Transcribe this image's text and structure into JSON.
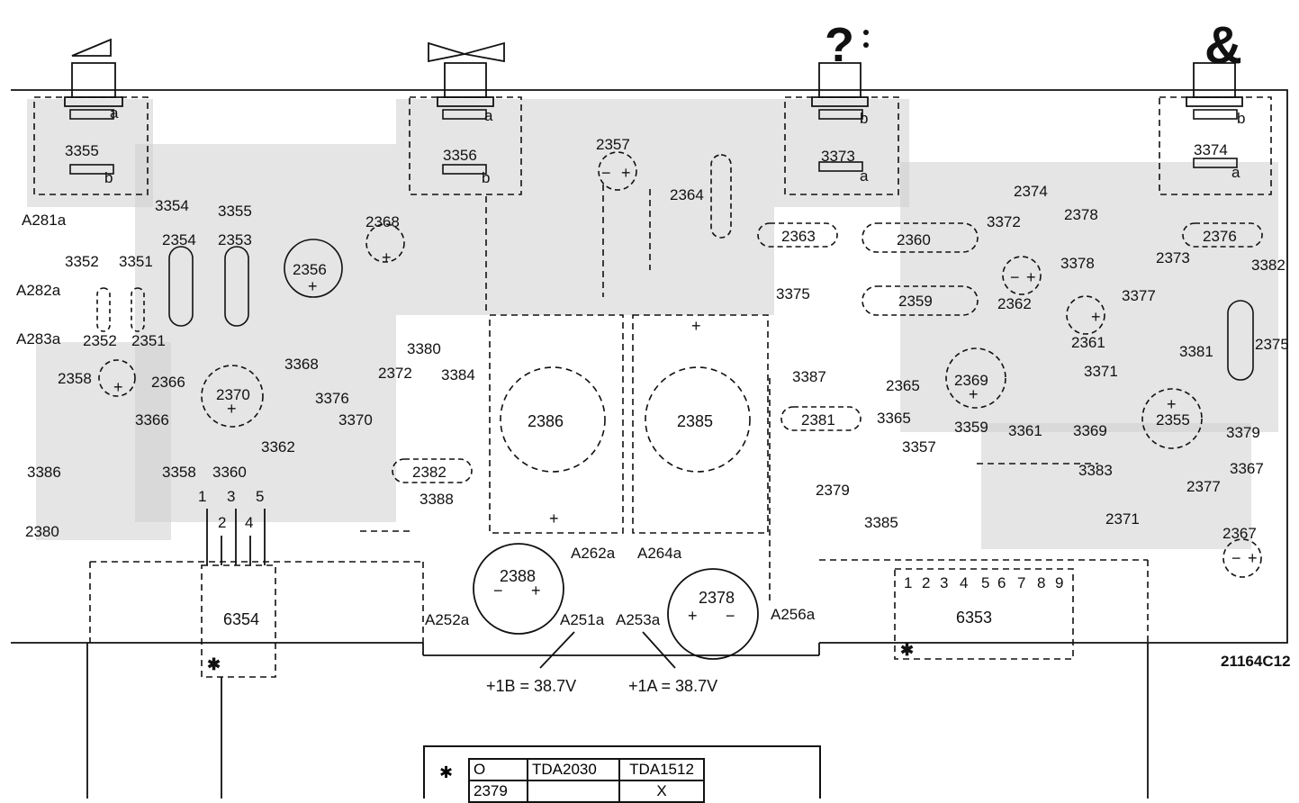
{
  "drawing_code": "21164C12",
  "controls": {
    "volume": {
      "symbol": "volume-wedge-icon",
      "pot": "3355",
      "pins": [
        "a",
        "b"
      ]
    },
    "balance": {
      "symbol": "balance-bowtie-icon",
      "pot": "3356",
      "pins": [
        "a",
        "b"
      ]
    },
    "bass": {
      "symbol": "bass-clef-icon",
      "pot": "3373",
      "pins": [
        "b",
        "a"
      ]
    },
    "treble": {
      "symbol": "treble-clef-icon",
      "pot": "3374",
      "pins": [
        "b",
        "a"
      ]
    }
  },
  "ic": {
    "left": "6354",
    "right": "6353",
    "left_pins": [
      "1",
      "3",
      "5",
      "2",
      "4"
    ],
    "right_pins": [
      "1",
      "2",
      "3",
      "4",
      "5",
      "6",
      "7",
      "8",
      "9"
    ]
  },
  "large_caps": {
    "c2386": "2386",
    "c2385": "2385",
    "c2388": "2388",
    "c2378b": "2378"
  },
  "components": [
    "2357",
    "2364",
    "2363",
    "2360",
    "2374",
    "3372",
    "2378",
    "2376",
    "2373",
    "3378",
    "3382",
    "3354",
    "3355",
    "2354",
    "2353",
    "2368",
    "2356",
    "3352",
    "3351",
    "2352",
    "2351",
    "2358",
    "2366",
    "2370",
    "3366",
    "3368",
    "3380",
    "2372",
    "3384",
    "3376",
    "3370",
    "3362",
    "3358",
    "3360",
    "3386",
    "2380",
    "2382",
    "3388",
    "3375",
    "2359",
    "2362",
    "3377",
    "2361",
    "3381",
    "2375",
    "3371",
    "2369",
    "3387",
    "2365",
    "2381",
    "3365",
    "3359",
    "3361",
    "3369",
    "2355",
    "3379",
    "3357",
    "3383",
    "3367",
    "2377",
    "2371",
    "2379",
    "3385",
    "2367"
  ],
  "connectors": [
    "A281",
    "A282",
    "A283",
    "A262",
    "A264",
    "A252",
    "A251",
    "A253",
    "A256"
  ],
  "connector_suffix": "a",
  "polarity": {
    "plus": "+",
    "minus": "−"
  },
  "supply": {
    "plus_1b": "+1B = 38.7V",
    "plus_1a": "+1A = 38.7V"
  },
  "option_table": {
    "marker": "✱",
    "header": [
      "O",
      "TDA2030",
      "TDA1512"
    ],
    "rows": [
      [
        "2379",
        "",
        "X"
      ]
    ]
  },
  "ic_marker": "✱"
}
